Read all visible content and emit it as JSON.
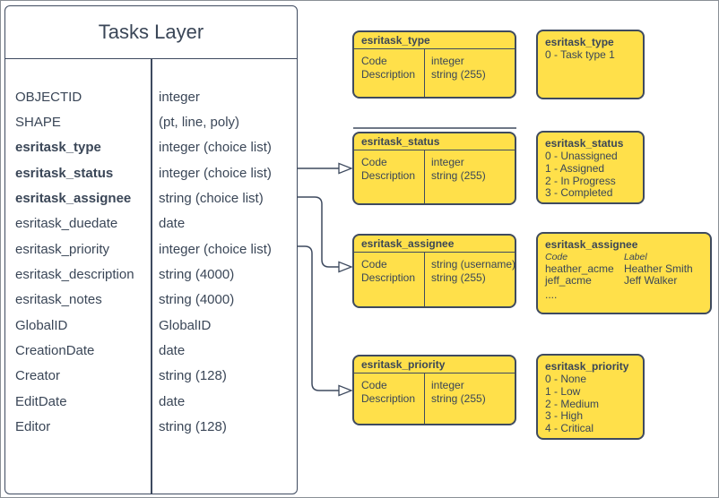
{
  "colors": {
    "box_fill": "#FFE04A",
    "stroke": "#3E4A5F",
    "text": "#3A4657"
  },
  "tasks_layer": {
    "title": "Tasks Layer",
    "fields": [
      {
        "name": "OBJECTID",
        "type": "integer",
        "bold": false
      },
      {
        "name": "SHAPE",
        "type": "(pt, line, poly)",
        "bold": false
      },
      {
        "name": "esritask_type",
        "type": "integer (choice list)",
        "bold": true
      },
      {
        "name": "esritask_status",
        "type": "integer (choice list)",
        "bold": true
      },
      {
        "name": "esritask_assignee",
        "type": "string (choice list)",
        "bold": true
      },
      {
        "name": "esritask_duedate",
        "type": "date",
        "bold": false
      },
      {
        "name": "esritask_priority",
        "type": "integer (choice list)",
        "bold": false
      },
      {
        "name": "esritask_description",
        "type": "string (4000)",
        "bold": false
      },
      {
        "name": "esritask_notes",
        "type": "string (4000)",
        "bold": false
      },
      {
        "name": "GlobalID",
        "type": "GlobalID",
        "bold": false
      },
      {
        "name": "CreationDate",
        "type": "date",
        "bold": false
      },
      {
        "name": "Creator",
        "type": "string (128)",
        "bold": false
      },
      {
        "name": "EditDate",
        "type": "date",
        "bold": false
      },
      {
        "name": "Editor",
        "type": "string (128)",
        "bold": false
      }
    ]
  },
  "domain_tables": [
    {
      "title": "esritask_type",
      "rows": [
        {
          "field": "Code",
          "type": "integer"
        },
        {
          "field": "Description",
          "type": "string (255)"
        }
      ]
    },
    {
      "title": "esritask_status",
      "rows": [
        {
          "field": "Code",
          "type": "integer"
        },
        {
          "field": "Description",
          "type": "string (255)"
        }
      ]
    },
    {
      "title": "esritask_assignee",
      "rows": [
        {
          "field": "Code",
          "type": "string (username)"
        },
        {
          "field": "Description",
          "type": "string (255)"
        }
      ]
    },
    {
      "title": "esritask_priority",
      "rows": [
        {
          "field": "Code",
          "type": "integer"
        },
        {
          "field": "Description",
          "type": "string (255)"
        }
      ]
    }
  ],
  "domain_values": [
    {
      "title": "esritask_type",
      "values": [
        "0 - Task type 1"
      ]
    },
    {
      "title": "esritask_status",
      "values": [
        "0 - Unassigned",
        "1 - Assigned",
        "2 - In Progress",
        "3 - Completed"
      ]
    },
    {
      "title": "esritask_assignee",
      "col_headers": [
        "Code",
        "Label"
      ],
      "pairs": [
        [
          "heather_acme",
          "Heather Smith"
        ],
        [
          "jeff_acme",
          "Jeff Walker"
        ]
      ],
      "more": "...."
    },
    {
      "title": "esritask_priority",
      "values": [
        "0 - None",
        "1 - Low",
        "2 - Medium",
        "3 - High",
        "4 - Critical"
      ]
    }
  ]
}
